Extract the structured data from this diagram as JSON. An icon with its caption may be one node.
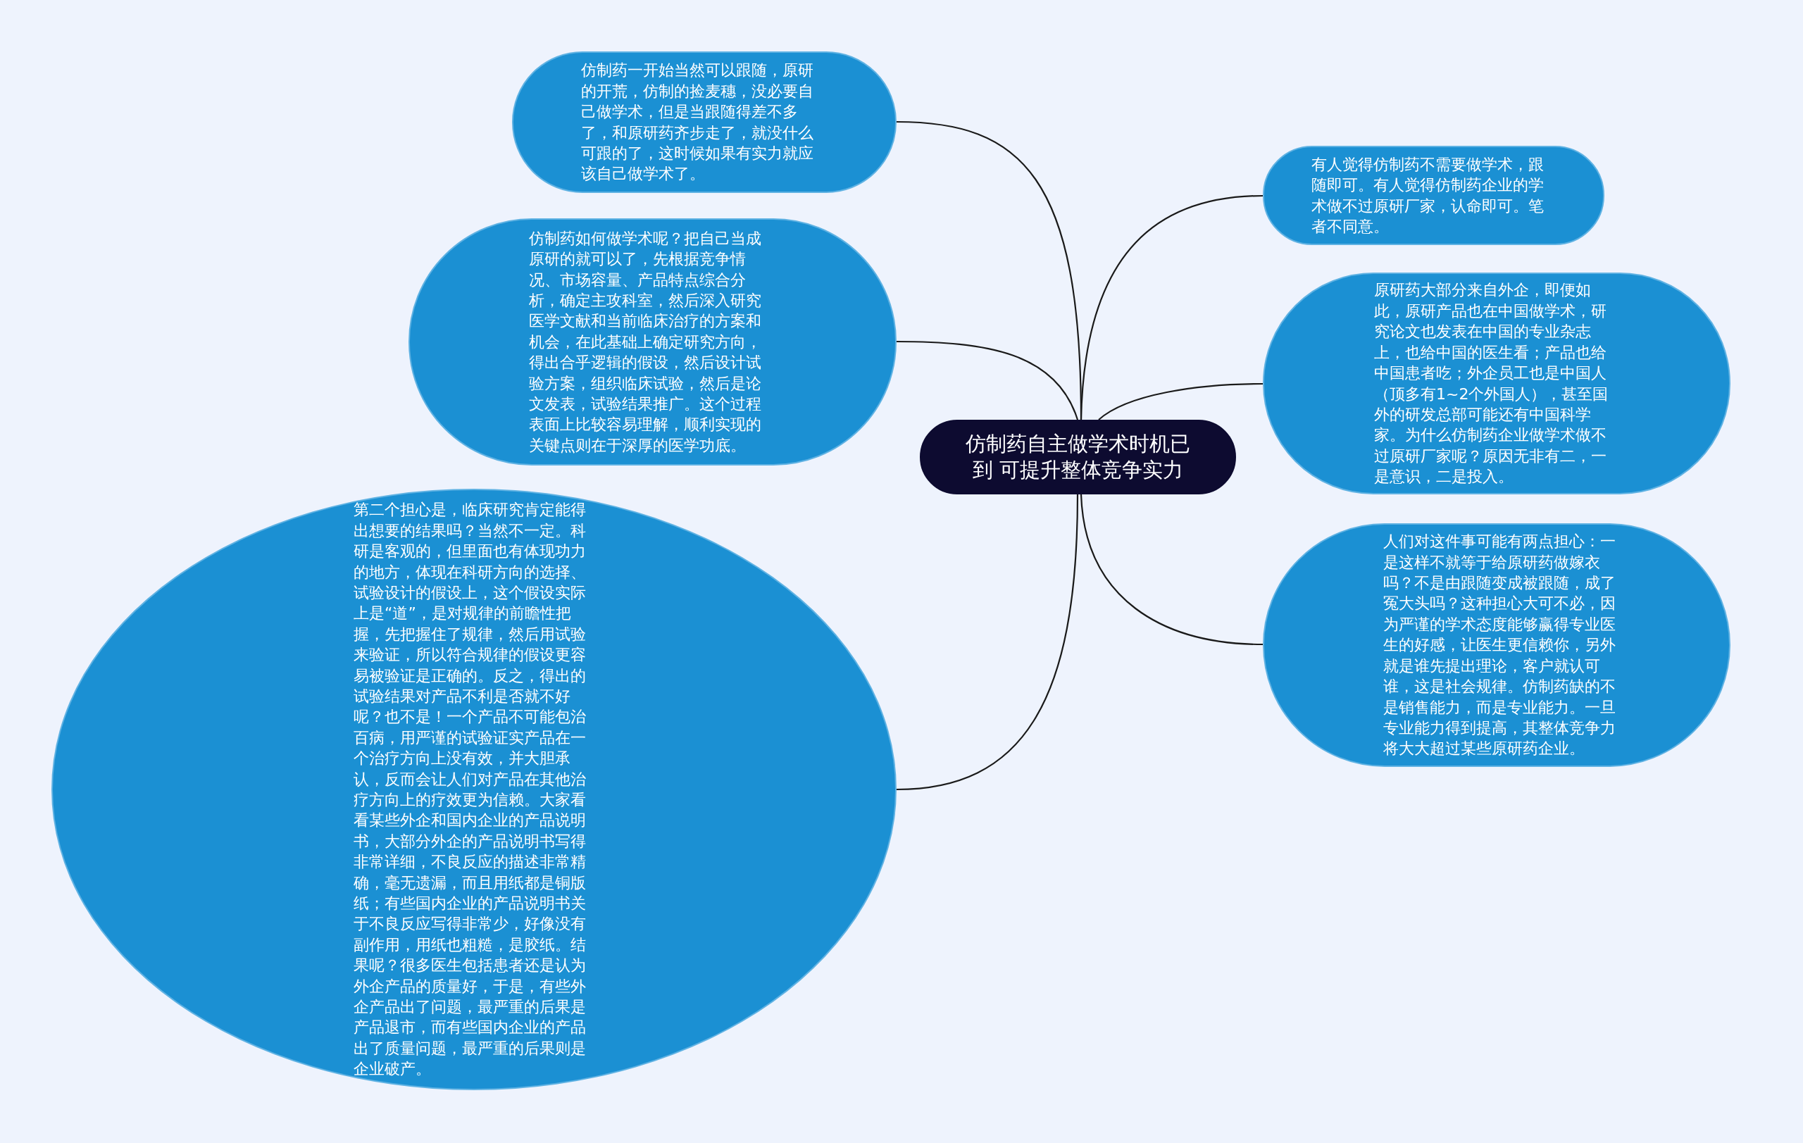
{
  "diagram": {
    "nodes": [
      {
        "text": [
          "仿制药自主做学术时机已到 可提升整体竞争实力"
        ]
      },
      {
        "text": [
          "仿制药一开始当然可以跟随，原研的开荒，仿制的捡麦穗，没必要自己做学术，但是当跟随得差不多了，和原研药齐步走了，就没什么可跟的了，这时候如果有实力就应该自己做学术了。"
        ]
      },
      {
        "text": [
          "仿制药如何做学术呢？把自己当成原研的就可以了，先根据竞争情况、市场容量、产品特点综合分析，确定主攻科室，然后深入研究医学文献和当前临床治疗的方案和机会，在此基础上确定研究方向，得出合乎逻辑的假设，然后设计试验方案，组织临床试验，然后是论文发表，试验结果推广。这个过程表面上比较容易理解，顺利实现的关键点则在于深厚的医学功底。"
        ]
      },
      {
        "text": [
          "第二个担心是，临床研究肯定能得出想要的结果吗？当然不一定。科研是客观的，但里面也有体现功力的地方，体现在科研方向的选择、试验设计的假设上，这个假设实际上是“道”，是对规律的前瞻性把握，先把握住了规律，然后用试验来验证，所以符合规律的假设更容易被验证是正确的。反之，得出的试验结果对产品不利是否就不好呢？也不是！一个产品不可能包治百病，用严谨的试验证实产品在一个治疗方向上没有效，并大胆承认，反而会让人们对产品在其他治疗方向上的疗效更为信赖。大家看看某些外企和国内企业的产品说明书，大部分外企的产品说明书写得非常详细，不良反应的描述非常精确，毫无遗漏，而且用纸都是铜版纸；有些国内企业的产品说明书关于不良反应写得非常少，好像没有副作用，用纸也粗糙，是胶纸。结果呢？很多医生包括患者还是认为外企产品的质量好，于是，有些外企产品出了问题，最严重的后果是产品退市，而有些国内企业的产品出了质量问题，最严重的后果则是企业破产。"
        ]
      },
      {
        "text": [
          "有人觉得仿制药不需要做学术，跟随即可。有人觉得仿制药企业的学术做不过原研厂家，认命即可。笔者不同意。"
        ]
      },
      {
        "text": [
          "原研药大部分来自外企，即便如此，原研产品也在中国做学术，研究论文也发表在中国的专业杂志上，也给中国的医生看；产品也给中国患者吃；外企员工也是中国人（顶多有1~2个外国人），甚至国外的研发总部可能还有中国科学家。为什么仿制药企业做学术做不过原研厂家呢？原因无非有二，一是意识，二是投入。"
        ]
      },
      {
        "text": [
          "人们对这件事可能有两点担心：一是这样不就等于给原研药做嫁衣吗？不是由跟随变成被跟随，成了冤大头吗？这种担心大可不必，因为严谨的学术态度能够赢得专业医生的好感，让医生更信赖你，另外就是谁先提出理论，客户就认可谁，这是社会规律。仿制药缺的不是销售能力，而是专业能力。一旦专业能力得到提高，其整体竞争力将大大超过某些原研药企业。"
        ]
      }
    ],
    "edges": [
      {
        "from": 0,
        "to": 1,
        "arrow": "none"
      },
      {
        "from": 0,
        "to": 2,
        "arrow": "none"
      },
      {
        "from": 0,
        "to": 3,
        "arrow": "none"
      },
      {
        "from": 0,
        "to": 4,
        "arrow": "none"
      },
      {
        "from": 0,
        "to": 5,
        "arrow": "none"
      },
      {
        "from": 0,
        "to": 6,
        "arrow": "none"
      }
    ]
  }
}
